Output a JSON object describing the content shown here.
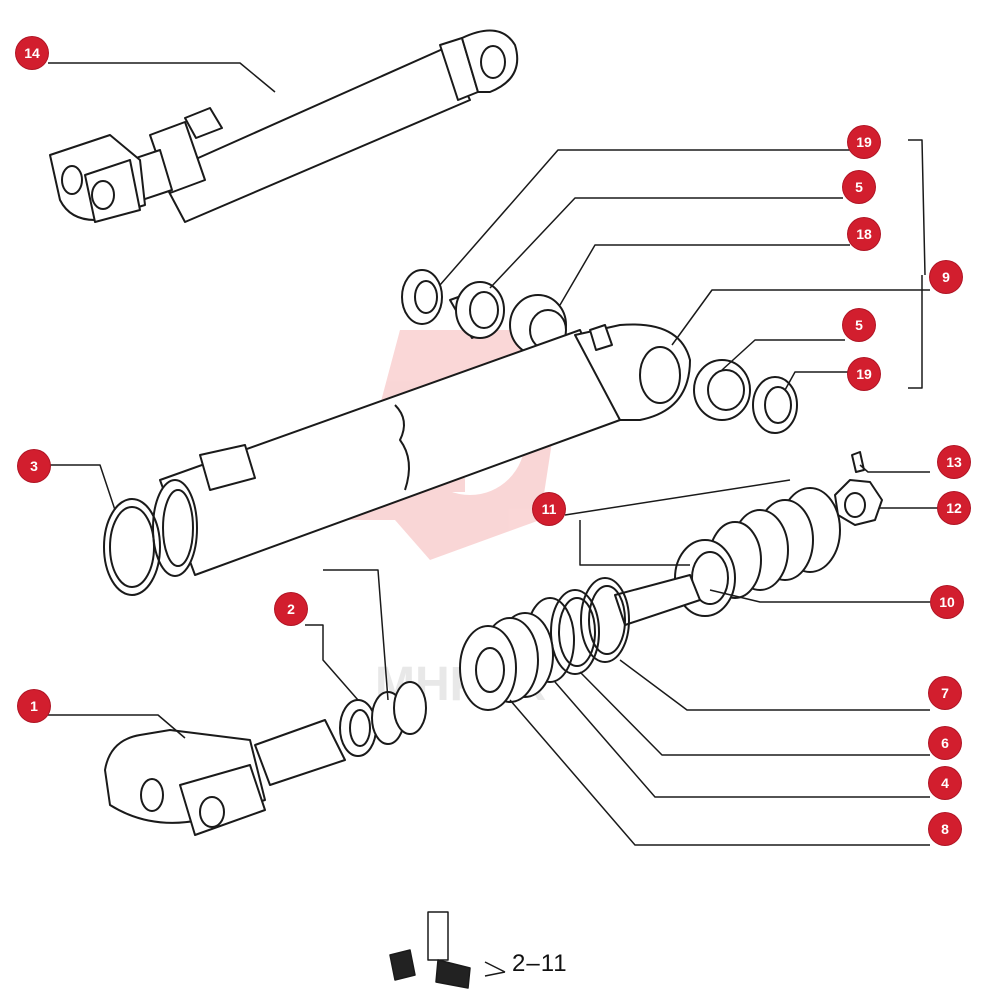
{
  "colors": {
    "callout": "#d21e2e",
    "line": "#1a1a1a",
    "watermark": "#f3b7b7"
  },
  "callouts": [
    {
      "id": "c14",
      "label": "14"
    },
    {
      "id": "c19a",
      "label": "19"
    },
    {
      "id": "c5a",
      "label": "5"
    },
    {
      "id": "c18",
      "label": "18"
    },
    {
      "id": "c9",
      "label": "9"
    },
    {
      "id": "c5b",
      "label": "5"
    },
    {
      "id": "c19b",
      "label": "19"
    },
    {
      "id": "c3",
      "label": "3"
    },
    {
      "id": "c13",
      "label": "13"
    },
    {
      "id": "c11",
      "label": "11"
    },
    {
      "id": "c12",
      "label": "12"
    },
    {
      "id": "c2",
      "label": "2"
    },
    {
      "id": "c10",
      "label": "10"
    },
    {
      "id": "c1",
      "label": "1"
    },
    {
      "id": "c7",
      "label": "7"
    },
    {
      "id": "c6",
      "label": "6"
    },
    {
      "id": "c4",
      "label": "4"
    },
    {
      "id": "c8",
      "label": "8"
    }
  ],
  "watermark_text": "MHPEX",
  "page_caption": "2–11"
}
